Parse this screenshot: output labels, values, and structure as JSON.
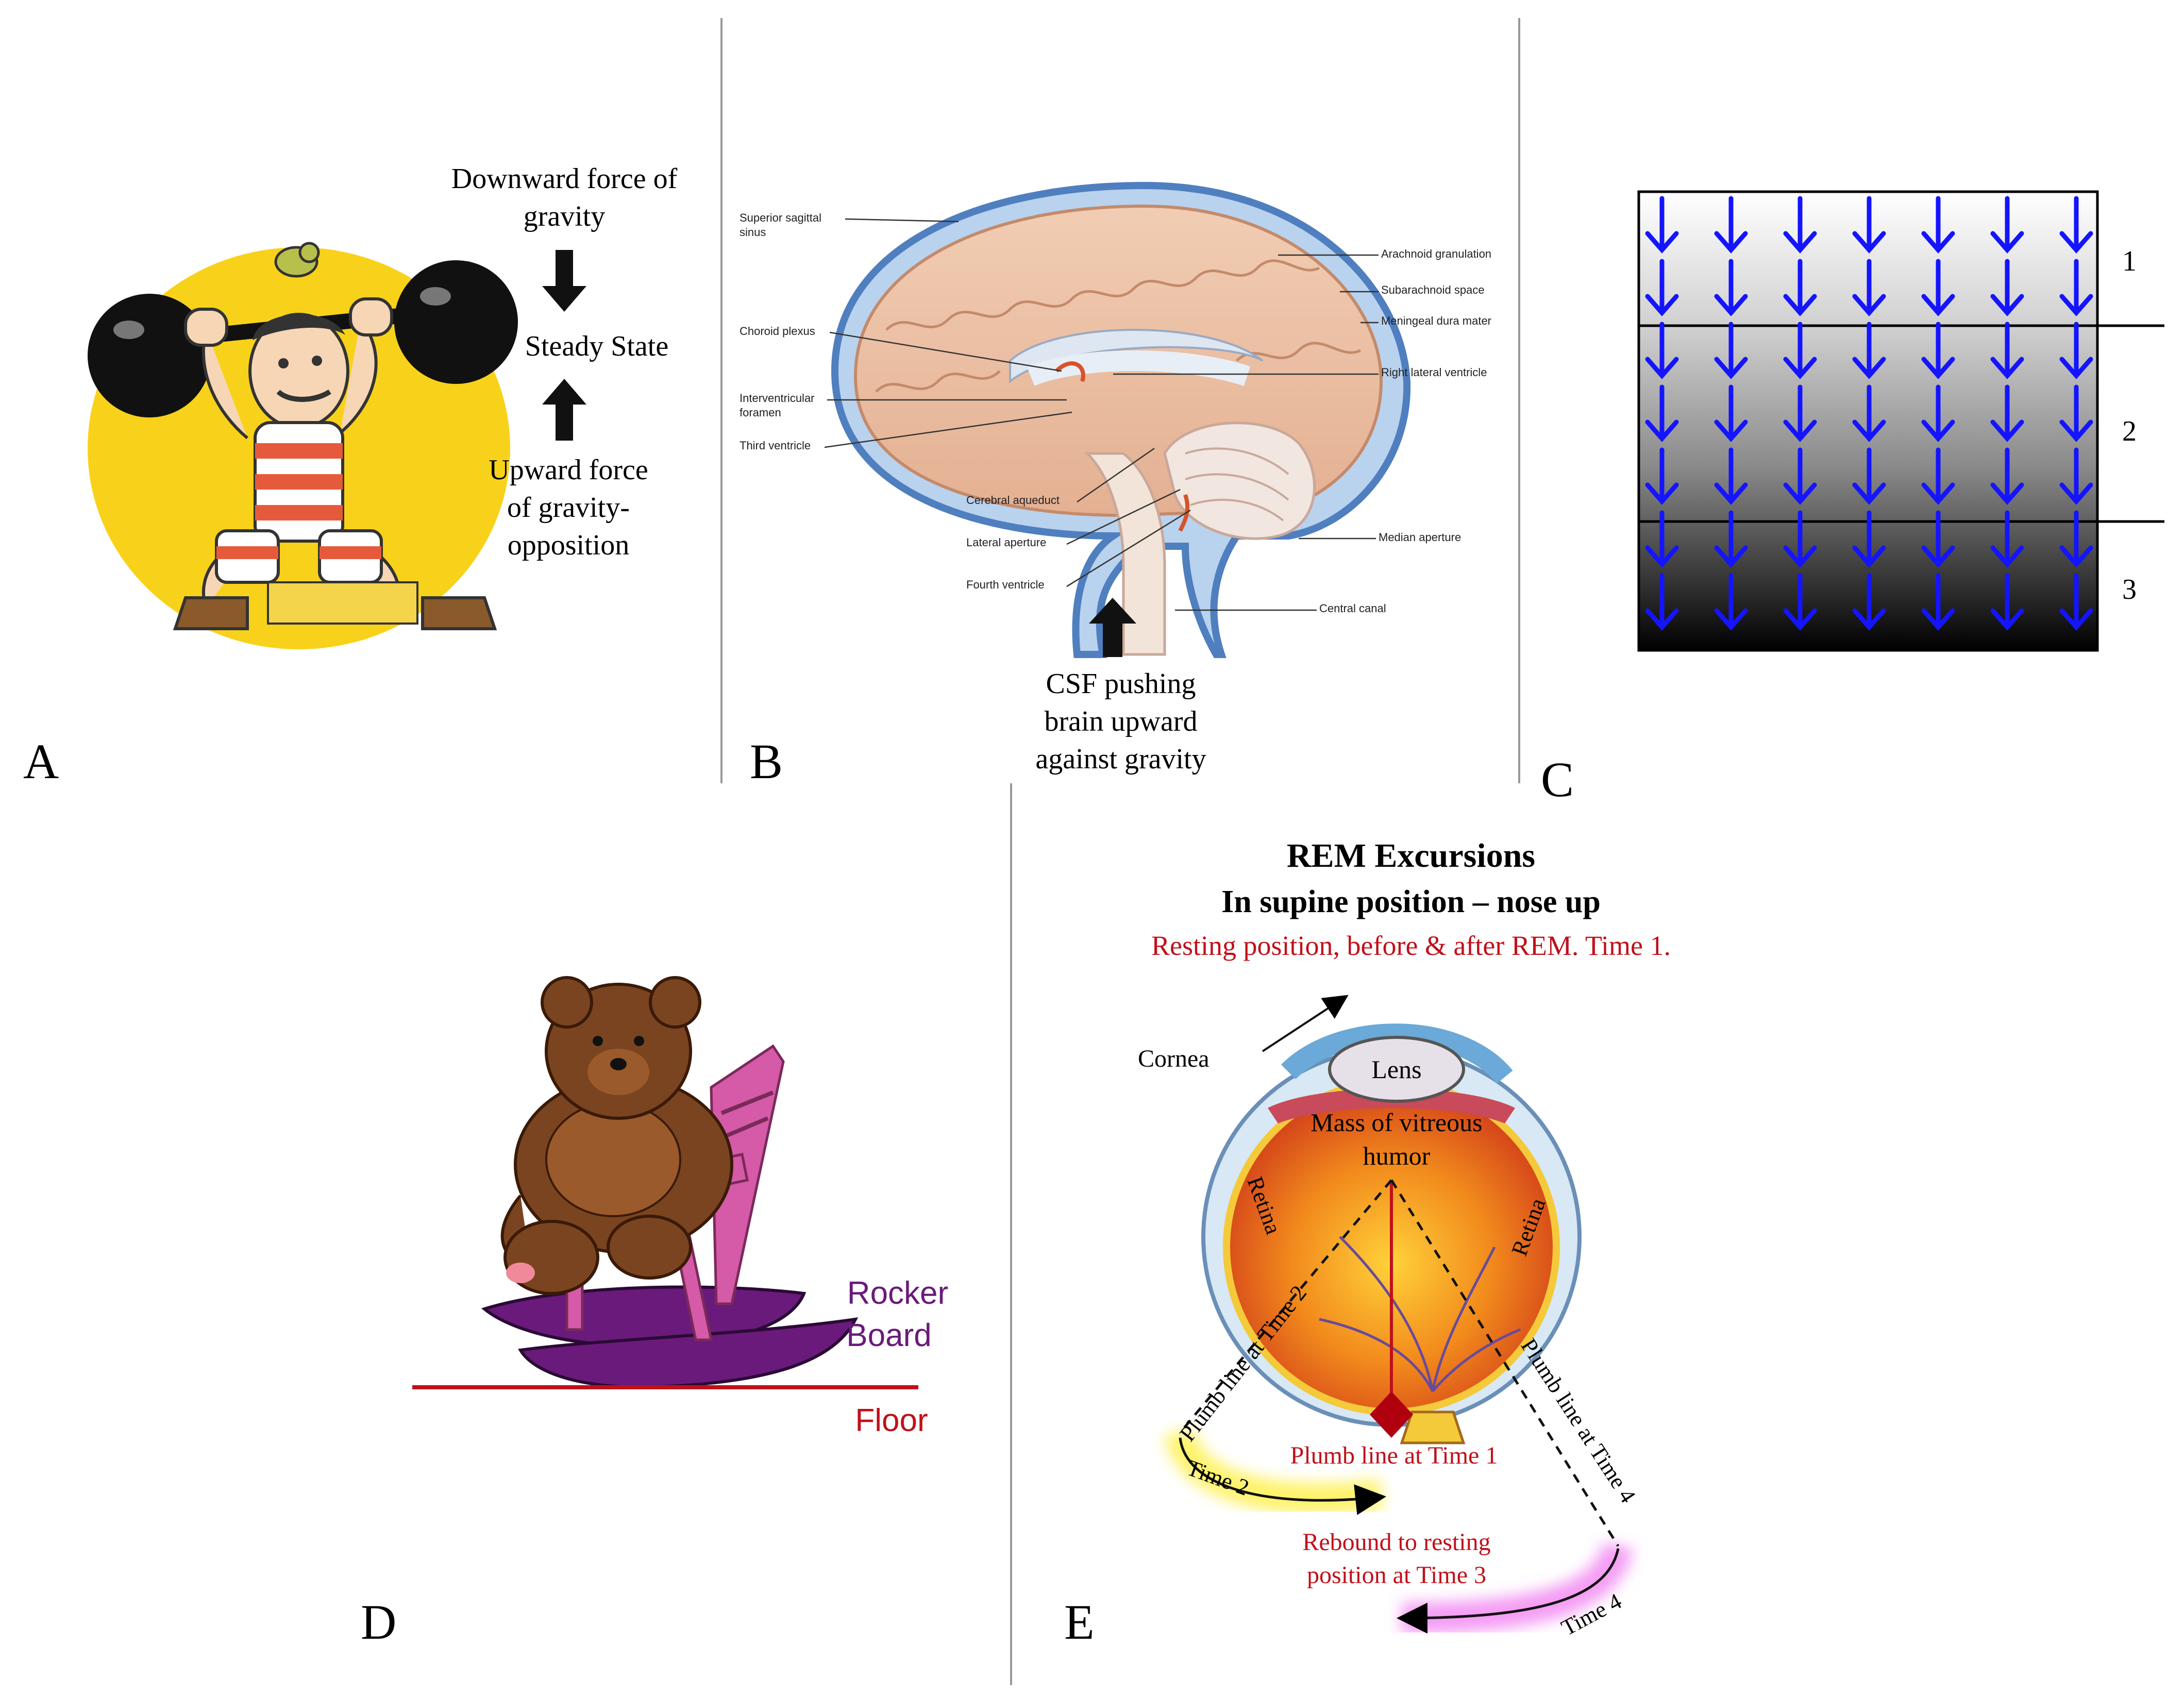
{
  "panels": {
    "A": {
      "letter": "A",
      "downward_label_1": "Downward force of",
      "downward_label_2": "gravity",
      "steady_state": "Steady State",
      "upward_label_1": "Upward force",
      "upward_label_2": "of gravity-",
      "upward_label_3": "opposition"
    },
    "B": {
      "letter": "B",
      "labels": [
        "Superior sagittal",
        "sinus",
        "Choroid plexus",
        "Interventricular",
        "foramen",
        "Third ventricle",
        "Cerebral aqueduct",
        "Lateral aperture",
        "Fourth ventricle",
        "Arachnoid granulation",
        "Subarachnoid space",
        "Meningeal dura mater",
        "Right lateral ventricle",
        "Median aperture",
        "Central canal"
      ],
      "caption_1": "CSF pushing",
      "caption_2": "brain upward",
      "caption_3": "against gravity"
    },
    "C": {
      "letter": "C",
      "zones": [
        "1",
        "2",
        "3"
      ],
      "arrow_color": "#1414ff"
    },
    "D": {
      "letter": "D",
      "rocker_1": "Rocker",
      "rocker_2": "Board",
      "floor": "Floor",
      "rocker_color": "#6a1a7a",
      "floor_color": "#c0101a"
    },
    "E": {
      "letter": "E",
      "title": "REM Excursions",
      "subtitle": "In supine position – nose up",
      "resting": "Resting position, before & after REM. Time 1.",
      "cornea": "Cornea",
      "lens": "Lens",
      "mass_1": "Mass of vitreous",
      "mass_2": "humor",
      "retina_left": "Retina",
      "retina_right": "Retina",
      "plumb_time2": "Plumb line at Time 2",
      "plumb_time4": "Plumb line at Time 4",
      "plumb_time1": "Plumb line at Time 1",
      "time2": "Time 2",
      "time4": "Time 4",
      "rebound_1": "Rebound to resting",
      "rebound_2": "position at Time 3",
      "red_color": "#c0101a"
    }
  }
}
